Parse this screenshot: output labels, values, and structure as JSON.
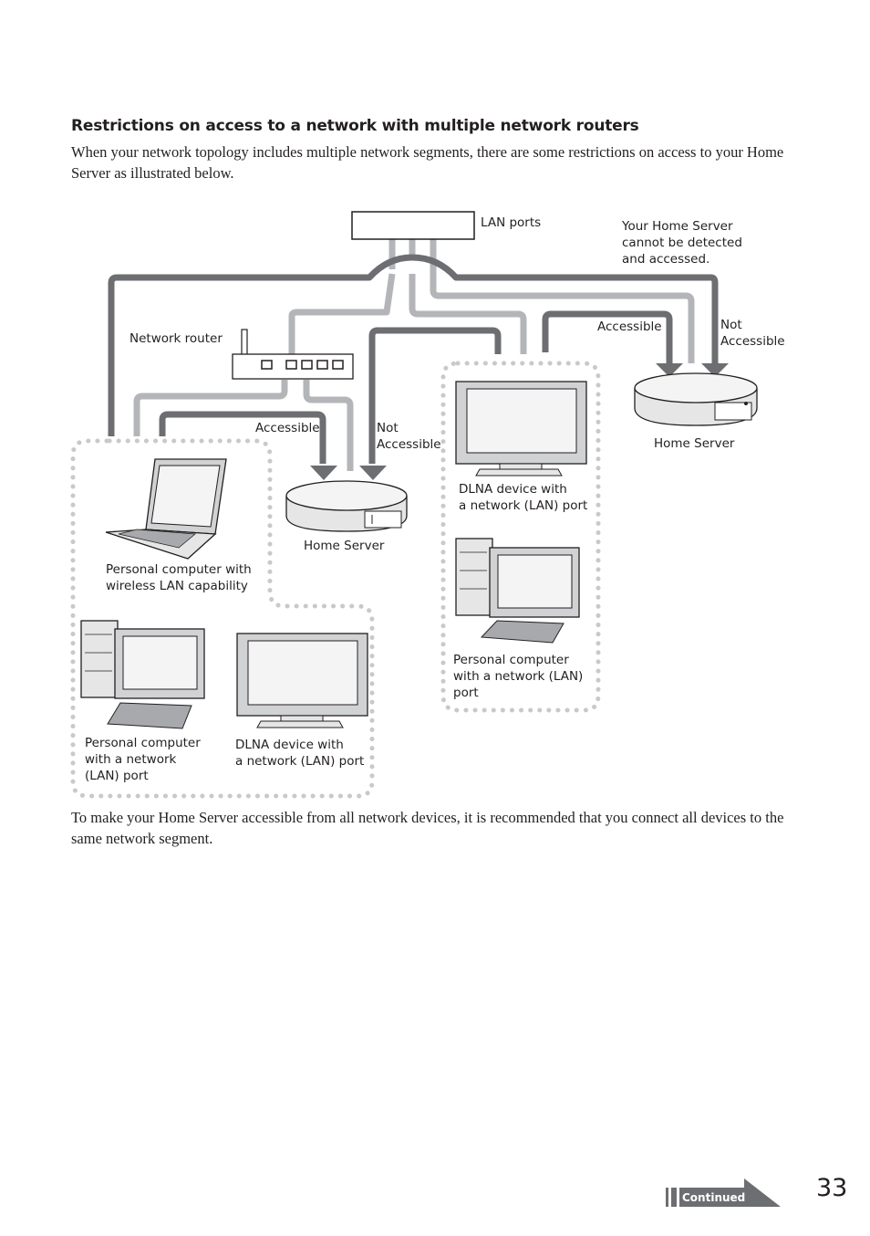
{
  "heading": "Restrictions on access to a network with multiple network routers",
  "intro": "When your network topology includes multiple network segments, there are some restrictions on access to your Home Server as illustrated below.",
  "diagram": {
    "lan_ports": "LAN ports",
    "note_top_right": "Your Home Server\ncannot be detected\nand accessed.",
    "network_router": "Network router",
    "accessible_left": "Accessible",
    "not_accessible_left": "Not\nAccessible",
    "accessible_right": "Accessible",
    "not_accessible_right": "Not\nAccessible",
    "home_server_center": "Home Server",
    "home_server_right": "Home Server",
    "pc_wireless": "Personal computer with\nwireless LAN capability",
    "pc_lan_left": "Personal computer\nwith a network\n(LAN) port",
    "dlna_left": "DLNA device with\na network (LAN) port",
    "dlna_right": "DLNA device with\na network (LAN) port",
    "pc_lan_right": "Personal computer\nwith a network (LAN)\nport"
  },
  "closing": "To make your Home Server accessible from all network devices, it is recommended that you connect all devices to the same network segment.",
  "footer": {
    "continued": "Continued",
    "page_number": "33"
  },
  "colors": {
    "line_dark": "#6d6e71",
    "line_light": "#b3b5b8",
    "dots": "#c8c9cb",
    "text": "#231f20"
  }
}
